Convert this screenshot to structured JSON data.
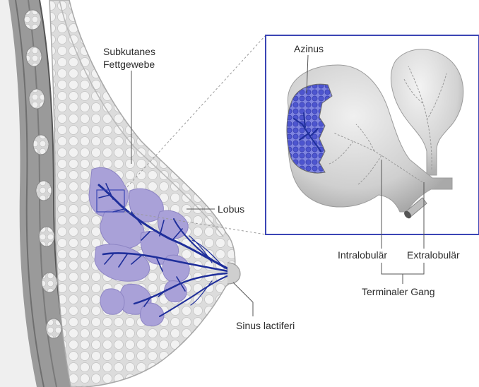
{
  "labels": {
    "subcutaneous_line1": "Subkutanes",
    "subcutaneous_line2": "Fettgewebe",
    "lobule": "Lobus",
    "sinus": "Sinus lactiferi",
    "acinus": "Azinus",
    "intralobular": "Intralobulär",
    "extralobular": "Extralobulär",
    "terminal_duct": "Terminaler Gang"
  },
  "colors": {
    "duct": "#1f2f9b",
    "lobule_fill": "#a9a1d8",
    "acinus_cells": "#5a5fd4",
    "fat": "#e6e6e6",
    "muscle": "#8c8c8c",
    "inset_border": "#3b45b5",
    "gland_gray": "#cfcfcf"
  }
}
